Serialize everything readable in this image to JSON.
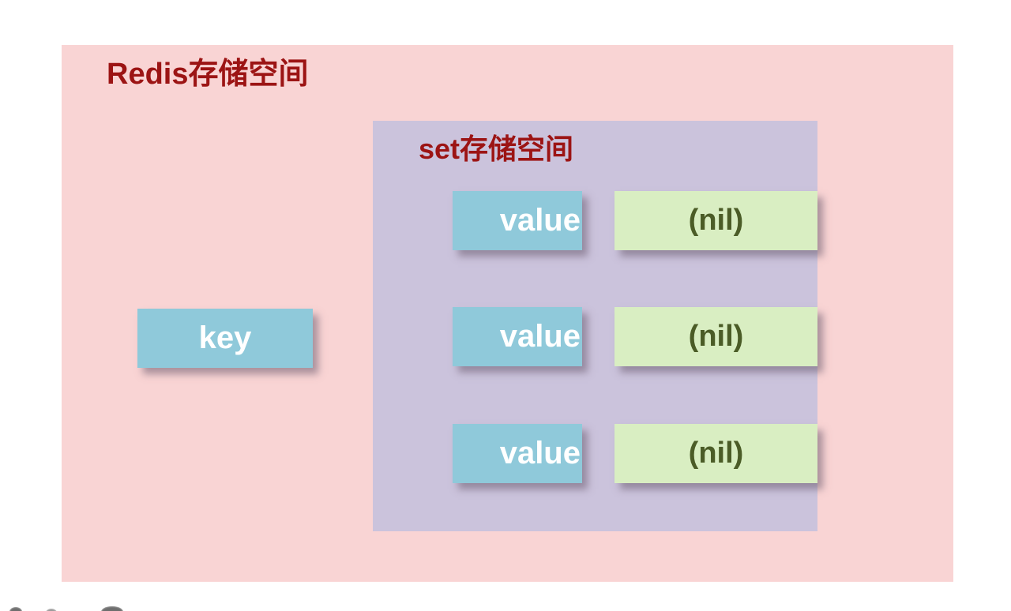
{
  "page": {
    "background": "#ffffff"
  },
  "outer_box": {
    "title_prefix": "Redis",
    "title_suffix": "存储空间",
    "background": "#f9d4d4",
    "title_color": "#9c1414"
  },
  "inner_box": {
    "title_prefix": "set",
    "title_suffix": "存储空间",
    "background": "#cbc3dc",
    "title_color": "#9c1414"
  },
  "key_box": {
    "label": "key",
    "background": "#8fc9da",
    "text_color": "#ffffff"
  },
  "value_box": {
    "background": "#8fc9da",
    "text_color": "#ffffff"
  },
  "nil_box": {
    "background": "#d9eec2",
    "text_color": "#4b5c27"
  },
  "rows": [
    {
      "value": "value",
      "nil": "(nil)"
    },
    {
      "value": "value",
      "nil": "(nil)"
    },
    {
      "value": "value",
      "nil": "(nil)"
    }
  ],
  "bottom_icons": [
    "partial-icon",
    "partial-icon",
    "partial-icon"
  ]
}
